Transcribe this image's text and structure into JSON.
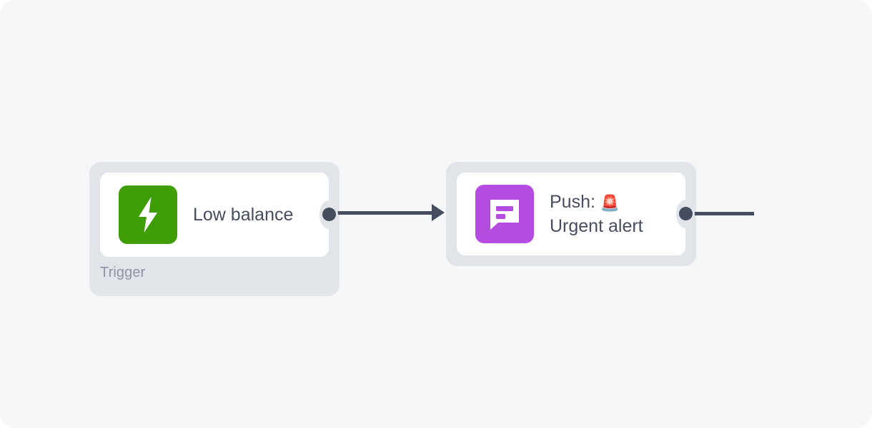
{
  "canvas": {
    "background_color": "#f5f6f7",
    "page_background_color": "#ffffff"
  },
  "colors": {
    "node_shell": "#e1e4e9",
    "card": "#ffffff",
    "edge": "#454d5e",
    "port": "#454d5e",
    "label_text": "#454d5e",
    "footer_text": "#8d93a3",
    "trigger_icon_bg": "#3f9e07",
    "push_icon_bg": "#b44ce0"
  },
  "nodes": [
    {
      "id": "trigger",
      "icon_name": "lightning-bolt-icon",
      "icon_bg": "#3f9e07",
      "title": "Low balance",
      "footer": "Trigger",
      "has_input_port": false,
      "has_output_port": true
    },
    {
      "id": "push",
      "icon_name": "chat-bubble-icon",
      "icon_bg": "#b44ce0",
      "title_line_1": "Push: ",
      "title_emoji": "🚨",
      "title_line_2": "Urgent alert",
      "footer": "",
      "has_input_port": true,
      "has_output_port": true
    }
  ],
  "edges": [
    {
      "id": "edge-trigger-to-push",
      "from": "trigger",
      "to": "push",
      "arrowhead": true
    },
    {
      "id": "edge-push-outgoing",
      "from": "push",
      "to": "",
      "arrowhead": false
    }
  ]
}
